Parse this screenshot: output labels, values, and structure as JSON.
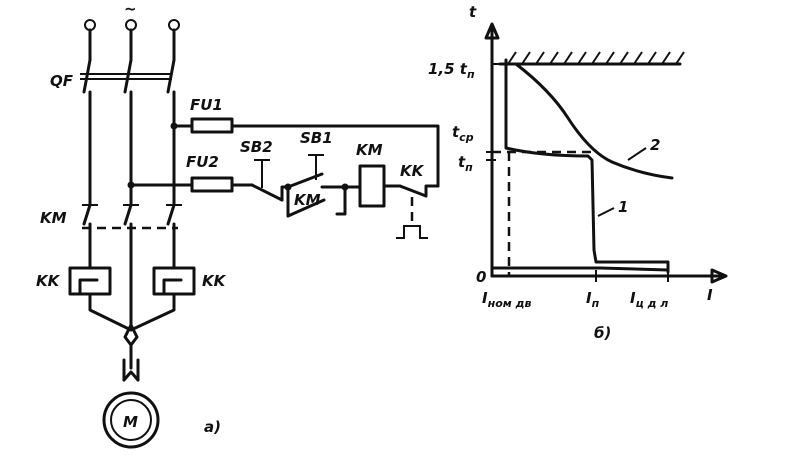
{
  "circuit": {
    "supply_symbol": "~",
    "labels": {
      "qf": "QF",
      "fu1": "FU1",
      "fu2": "FU2",
      "sb2": "SB2",
      "sb1": "SB1",
      "km_coil": "KM",
      "kk_contact": "KK",
      "km_holding": "KM",
      "km_main": "KM",
      "kk_left": "KK",
      "kk_right": "KK",
      "motor": "M"
    },
    "caption": "а)"
  },
  "graph": {
    "t_axis": "t",
    "i_axis": "I",
    "y_ticks": {
      "top_main": "1,5 t",
      "top_sub": "п",
      "tcp_main": "t",
      "tcp_sub": "ср",
      "tp_main": "t",
      "tp_sub": "п",
      "zero": "0"
    },
    "x_ticks": {
      "inom_main": "I",
      "inom_sub": "ном дв",
      "ip_main": "I",
      "ip_sub": "п",
      "icut_main": "I",
      "icut_sub": "ц д л"
    },
    "curve_labels": {
      "c1": "1",
      "c2": "2"
    },
    "caption": "б)"
  }
}
